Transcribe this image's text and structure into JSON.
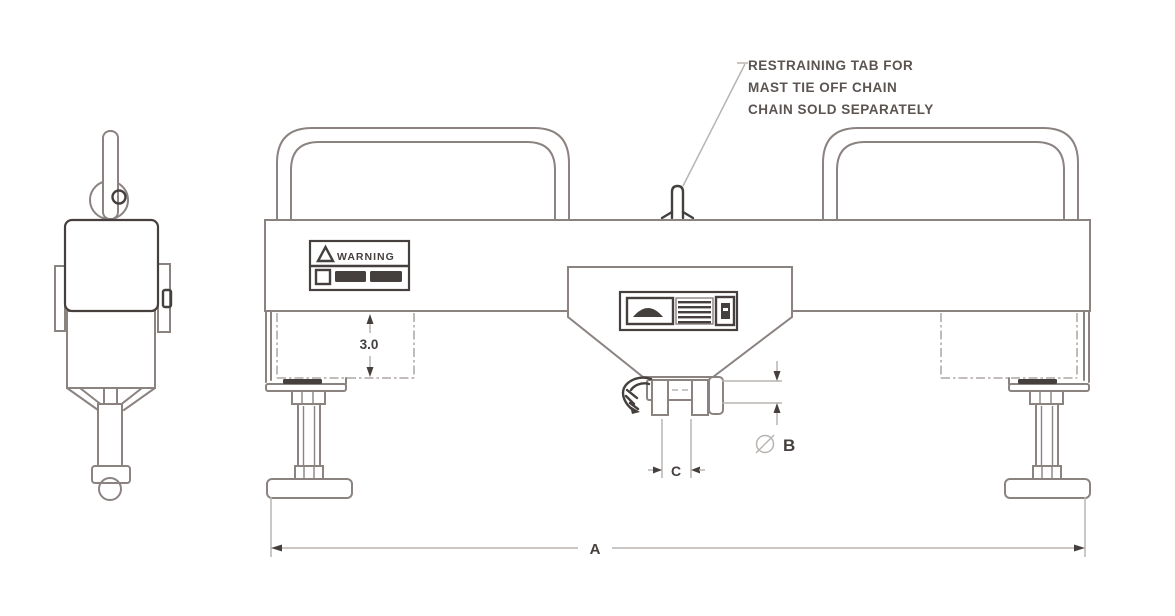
{
  "annotation": {
    "line1": "RESTRAINING TAB FOR",
    "line2": "MAST TIE OFF CHAIN",
    "line3": "CHAIN SOLD SEPARATELY"
  },
  "dimensions": {
    "fork_pocket_height": "3.0",
    "overall_width_label": "A",
    "pin_diameter_label": "B",
    "pin_spacing_label": "C"
  },
  "warning_label": {
    "title": "WARNING"
  },
  "colors": {
    "object_line": "#8a8380",
    "dark_line": "#45403e",
    "dim_line": "#b9b4b1",
    "text": "#5b5451",
    "background": "#ffffff"
  }
}
